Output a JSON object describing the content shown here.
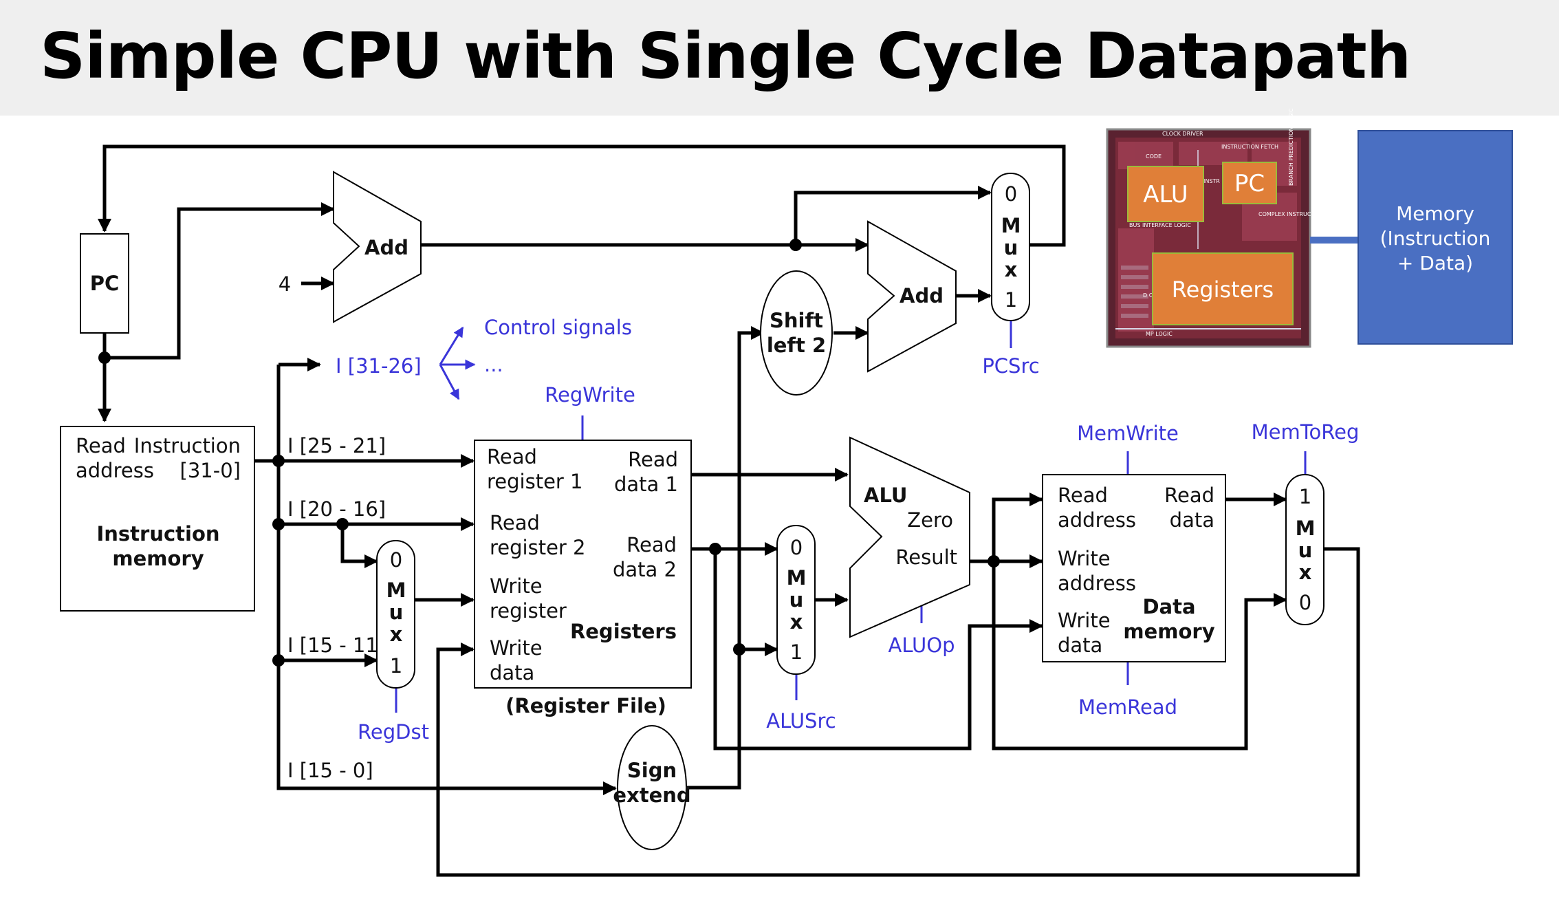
{
  "title": "Simple CPU with Single Cycle Datapath",
  "pc": {
    "label": "PC"
  },
  "const_four": "4",
  "adders": {
    "pc_add": "Add",
    "branch_add": "Add"
  },
  "shift": {
    "line1": "Shift",
    "line2": "left 2"
  },
  "sign": {
    "line1": "Sign",
    "line2": "extend"
  },
  "instruction_memory": {
    "read_address_1": "Read",
    "read_address_2": "address",
    "instruction_1": "Instruction",
    "instruction_2": "[31-0]",
    "name_1": "Instruction",
    "name_2": "memory"
  },
  "fields": {
    "op": "I [31-26]",
    "rs": "I [25 - 21]",
    "rt": "I [20 - 16]",
    "rd": "I [15 - 11]",
    "imm": "I [15 - 0]"
  },
  "control": {
    "label": "Control signals",
    "ellipsis": "..."
  },
  "registers": {
    "read_reg1_1": "Read",
    "read_reg1_2": "register 1",
    "read_reg2_1": "Read",
    "read_reg2_2": "register 2",
    "write_reg_1": "Write",
    "write_reg_2": "register",
    "write_data_1": "Write",
    "write_data_2": "data",
    "read_data1_1": "Read",
    "read_data1_2": "data 1",
    "read_data2_1": "Read",
    "read_data2_2": "data 2",
    "name": "Registers",
    "caption": "(Register File)"
  },
  "alu": {
    "name": "ALU",
    "zero": "Zero",
    "result": "Result"
  },
  "data_memory": {
    "read_address_1": "Read",
    "read_address_2": "address",
    "write_address_1": "Write",
    "write_address_2": "address",
    "write_data_1": "Write",
    "write_data_2": "data",
    "read_data_1": "Read",
    "read_data_2": "data",
    "name_1": "Data",
    "name_2": "memory"
  },
  "mux": {
    "m": "M",
    "u": "u",
    "x": "x",
    "zero": "0",
    "one": "1"
  },
  "signals": {
    "regwrite": "RegWrite",
    "regdst": "RegDst",
    "alusrc": "ALUSrc",
    "aluop": "ALUOp",
    "memwrite": "MemWrite",
    "memread": "MemRead",
    "memtoreg": "MemToReg",
    "pcsrc": "PCSrc"
  },
  "chip": {
    "alu": "ALU",
    "pc": "PC",
    "registers": "Registers",
    "die_labels": [
      "CLOCK DRIVER",
      "CODE",
      "INSTRUCTION FETCH",
      "BRANCH PREDICTION LOGIC",
      "INSTR DE",
      "BUS INTERFACE LOGIC",
      "COMPLEX INSTRUCTION SUPPORT",
      "MP LOGIC",
      "D CA"
    ]
  },
  "memory_box": {
    "line1": "Memory",
    "line2": "(Instruction",
    "line3": "+ Data)"
  },
  "colors": {
    "chip_block": "#e07f38",
    "memory_box": "#4a6fc2",
    "signal_blue": "#3a35d9",
    "die_bg": "#7a2a3a"
  }
}
